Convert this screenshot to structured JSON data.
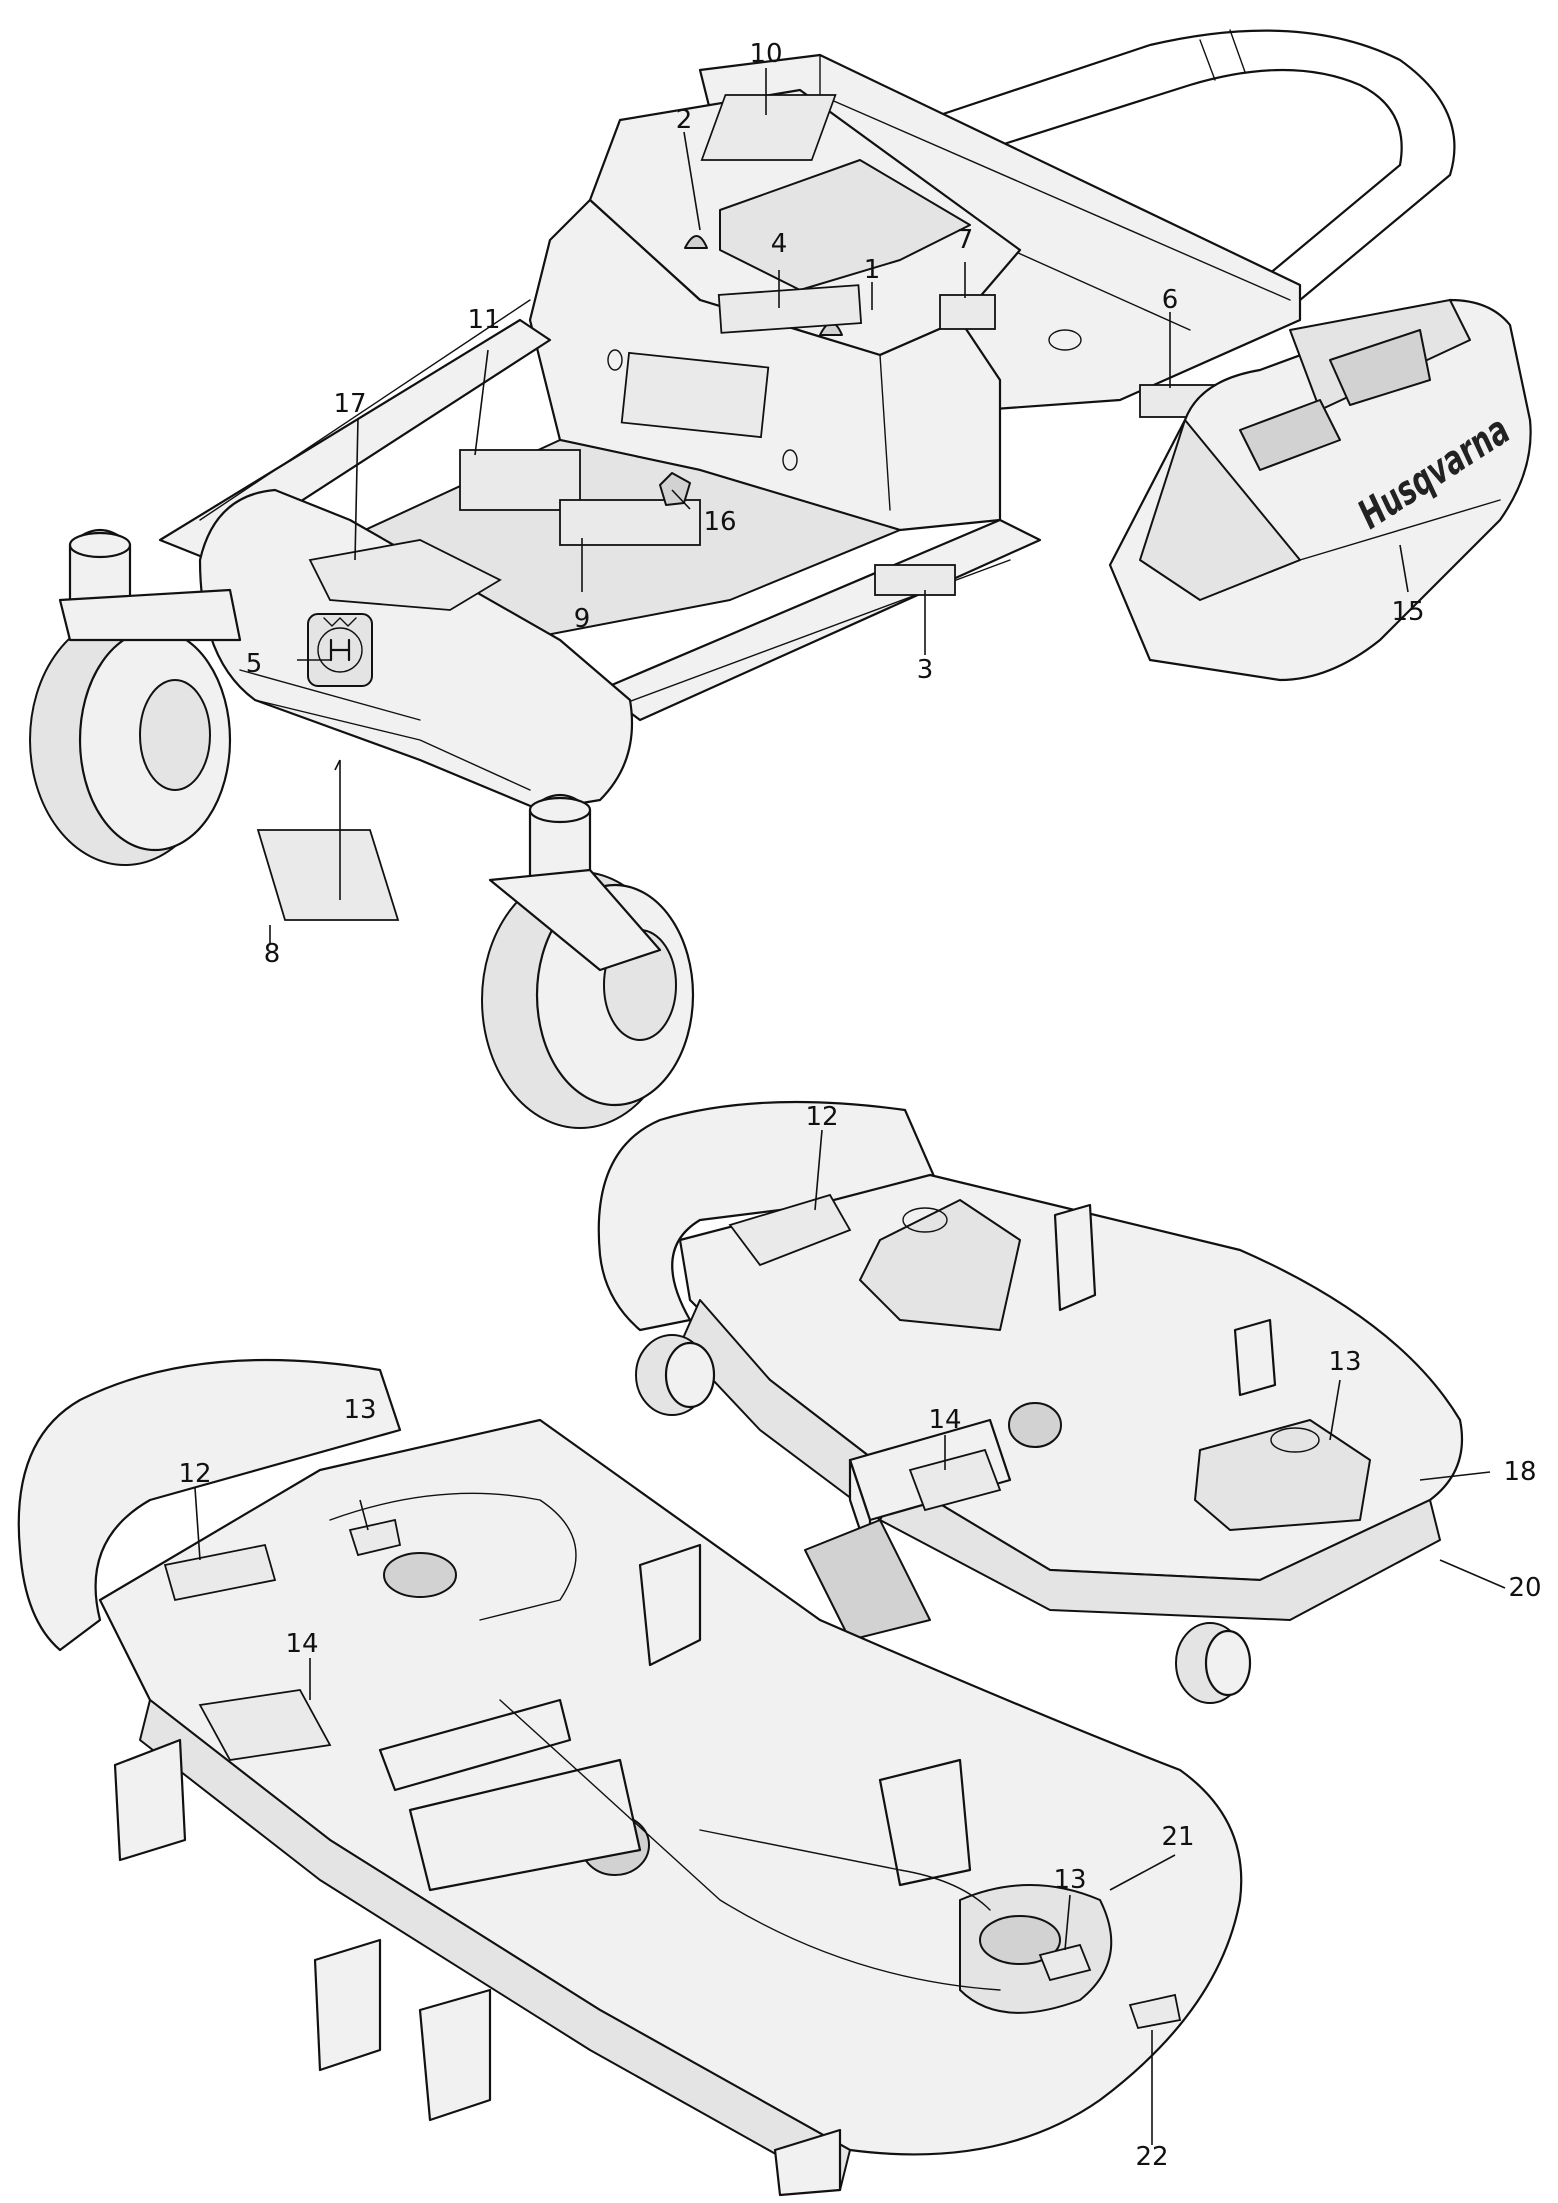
{
  "colors": {
    "line": "#111111",
    "shade_light": "#f1f1f1",
    "shade_medium": "#e4e4e4",
    "shade_dark": "#d2d2d2",
    "background": "#ffffff"
  },
  "brand_logo_text": "Husqvarna",
  "callouts": [
    {
      "id": "1",
      "label": "1"
    },
    {
      "id": "2",
      "label": "2"
    },
    {
      "id": "3",
      "label": "3"
    },
    {
      "id": "4",
      "label": "4"
    },
    {
      "id": "5",
      "label": "5"
    },
    {
      "id": "6",
      "label": "6"
    },
    {
      "id": "7",
      "label": "7"
    },
    {
      "id": "8",
      "label": "8"
    },
    {
      "id": "9",
      "label": "9"
    },
    {
      "id": "10",
      "label": "10"
    },
    {
      "id": "11",
      "label": "11"
    },
    {
      "id": "12a",
      "label": "12"
    },
    {
      "id": "12b",
      "label": "12"
    },
    {
      "id": "13a",
      "label": "13"
    },
    {
      "id": "13b",
      "label": "13"
    },
    {
      "id": "13c",
      "label": "13"
    },
    {
      "id": "14a",
      "label": "14"
    },
    {
      "id": "14b",
      "label": "14"
    },
    {
      "id": "15",
      "label": "15"
    },
    {
      "id": "16",
      "label": "16"
    },
    {
      "id": "17",
      "label": "17"
    },
    {
      "id": "18",
      "label": "18"
    },
    {
      "id": "20",
      "label": "20"
    },
    {
      "id": "21",
      "label": "21"
    },
    {
      "id": "22",
      "label": "22"
    }
  ]
}
